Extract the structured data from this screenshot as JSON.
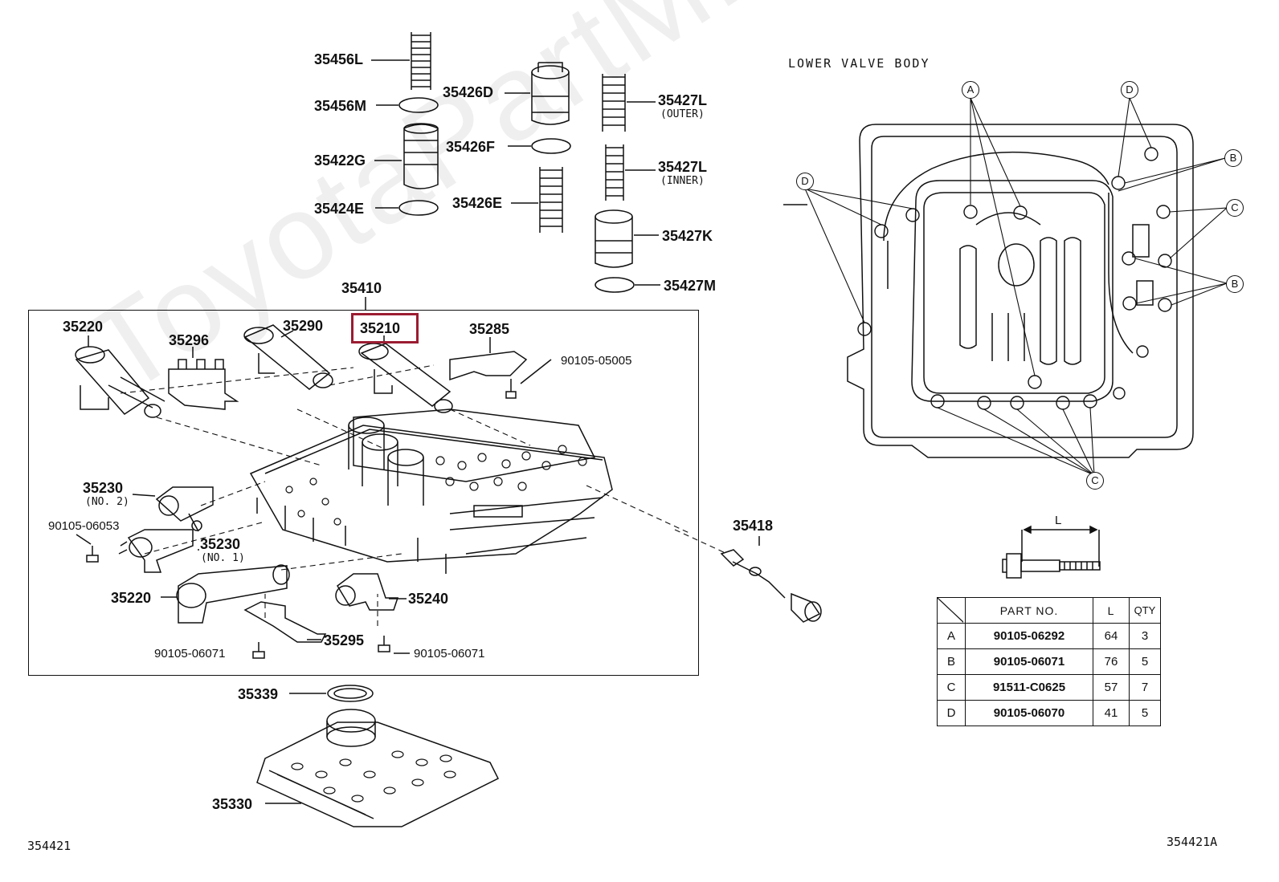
{
  "diagram": {
    "section_title": "LOWER VALVE BODY",
    "assembly_label": "35410",
    "highlighted_part": "35210",
    "figure_ids": {
      "left": "354421",
      "right": "354421A"
    },
    "watermark": "ToyotaPartMirror.ru",
    "top_parts": [
      {
        "id": "35456L"
      },
      {
        "id": "35456M"
      },
      {
        "id": "35422G"
      },
      {
        "id": "35424E"
      },
      {
        "id": "35426D"
      },
      {
        "id": "35426F"
      },
      {
        "id": "35426E"
      },
      {
        "id": "35427L",
        "note": "(OUTER)"
      },
      {
        "id": "35427L",
        "note": "(INNER)"
      },
      {
        "id": "35427K"
      },
      {
        "id": "35427M"
      }
    ],
    "box_parts": [
      {
        "id": "35220"
      },
      {
        "id": "35296"
      },
      {
        "id": "35290"
      },
      {
        "id": "35210"
      },
      {
        "id": "35285"
      },
      {
        "id": "90105-05005"
      },
      {
        "id": "35230",
        "note": "(NO. 2)"
      },
      {
        "id": "90105-06053"
      },
      {
        "id": "35230",
        "note": "(NO. 1)"
      },
      {
        "id": "35220"
      },
      {
        "id": "35240"
      },
      {
        "id": "35295"
      },
      {
        "id": "90105-06071"
      },
      {
        "id": "90105-06071"
      }
    ],
    "outside_parts": [
      {
        "id": "35418"
      },
      {
        "id": "35339"
      },
      {
        "id": "35330"
      }
    ],
    "bolt_dimension_label": "L",
    "bubbles": [
      "A",
      "D",
      "D",
      "B",
      "C",
      "B",
      "C"
    ]
  },
  "spec_table": {
    "headers": [
      "",
      "PART NO.",
      "L",
      "QTY"
    ],
    "rows": [
      [
        "A",
        "90105-06292",
        "64",
        "3"
      ],
      [
        "B",
        "90105-06071",
        "76",
        "5"
      ],
      [
        "C",
        "91511-C0625",
        "57",
        "7"
      ],
      [
        "D",
        "90105-06070",
        "41",
        "5"
      ]
    ]
  }
}
